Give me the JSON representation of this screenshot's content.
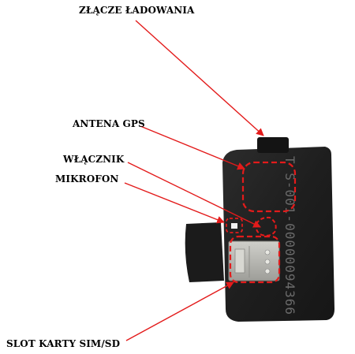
{
  "labels": {
    "charging_port": "ZŁĄCZE ŁADOWANIA",
    "gps_antenna": "ANTENA GPS",
    "power_switch": "WŁĄCZNIK",
    "microphone": "MIKROFON",
    "sim_sd_slot": "SLOT KARTY SIM/SD"
  },
  "device_print": "T S-001-00000094366",
  "colors": {
    "arrow": "#e31b1b",
    "highlight": "#e31b1b",
    "device_body": "#232323",
    "sim_tray": "#b9b9b4"
  }
}
